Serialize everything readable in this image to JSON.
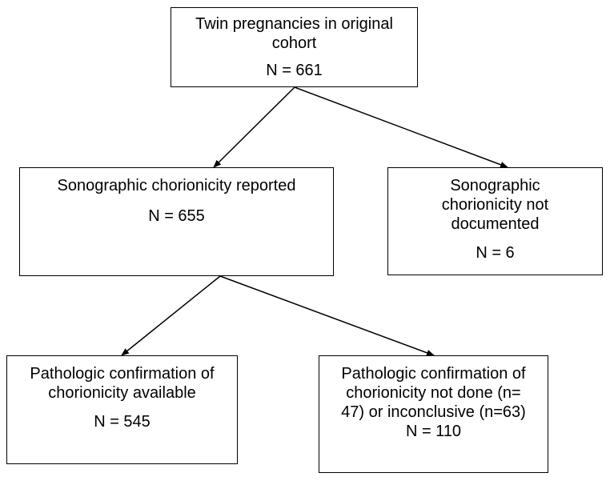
{
  "flowchart": {
    "root": {
      "title_lines": [
        "Twin pregnancies in original",
        "cohort"
      ],
      "count": "N = 661"
    },
    "reported": {
      "title_lines": [
        "Sonographic chorionicity reported"
      ],
      "count": "N = 655"
    },
    "not_documented": {
      "title_lines": [
        "Sonographic",
        "chorionicity not",
        "documented"
      ],
      "count": "N = 6"
    },
    "confirmed": {
      "title_lines": [
        "Pathologic confirmation of",
        "chorionicity available"
      ],
      "count": "N = 545"
    },
    "not_confirmed": {
      "title_lines": [
        "Pathologic confirmation of",
        "chorionicity not done (n=",
        "47) or inconclusive (n=63)"
      ],
      "count": "N = 110"
    }
  }
}
